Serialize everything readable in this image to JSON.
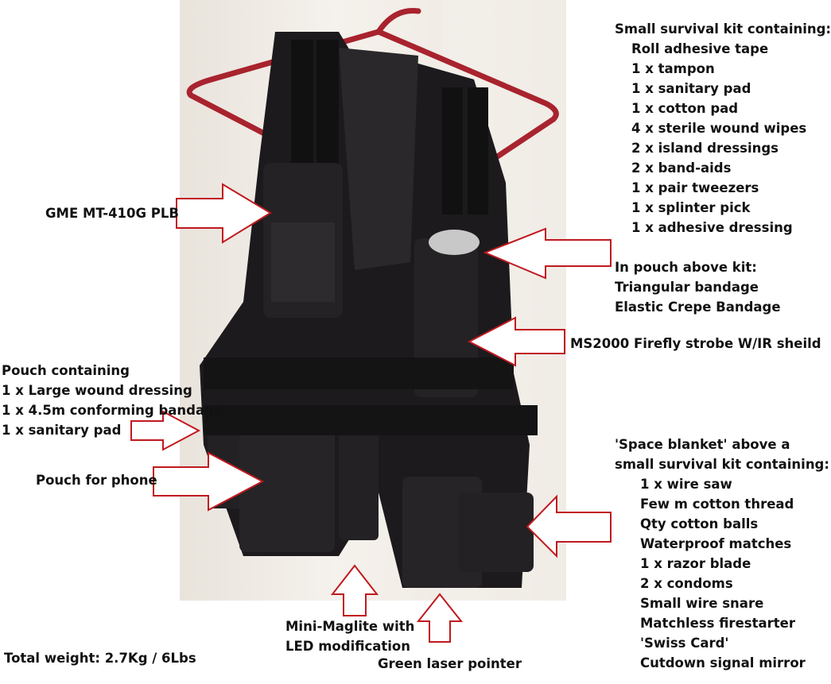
{
  "annotations": {
    "survival_kit_top": {
      "heading": "Small survival kit containing:",
      "items": [
        "Roll adhesive tape",
        "1 x tampon",
        "1 x sanitary pad",
        "1 x cotton pad",
        "4 x sterile wound wipes",
        "2 x island dressings",
        "2 x band-aids",
        "1 x pair tweezers",
        "1 x splinter pick",
        "1 x adhesive dressing"
      ]
    },
    "pouch_above_kit": {
      "heading": "In pouch above kit:",
      "items": [
        "Triangular bandage",
        "Elastic Crepe Bandage"
      ]
    },
    "plb": "GME MT-410G PLB",
    "strobe": "MS2000 Firefly strobe W/IR sheild",
    "pouch_left": {
      "heading": "Pouch containing",
      "items": [
        "1 x Large wound dressing",
        "1 x 4.5m conforming bandage",
        "1 x sanitary pad"
      ]
    },
    "phone_pouch": "Pouch for phone",
    "space_blanket": {
      "heading_lines": [
        "'Space blanket' above a",
        "small survival kit containing:"
      ],
      "items": [
        "1 x wire saw",
        "Few m cotton thread",
        "Qty cotton balls",
        "Waterproof matches",
        "1 x razor blade",
        "2 x condoms",
        "Small wire snare",
        "Matchless firestarter",
        "'Swiss Card'",
        "Cutdown signal mirror"
      ]
    },
    "maglite": [
      "Mini-Maglite with",
      "LED modification"
    ],
    "laser": "Green laser pointer",
    "total_weight": "Total weight: 2.7Kg / 6Lbs"
  },
  "colors": {
    "arrow_stroke": "#c0191f",
    "vest": "#1c1a1c",
    "hanger": "#a8232e"
  }
}
